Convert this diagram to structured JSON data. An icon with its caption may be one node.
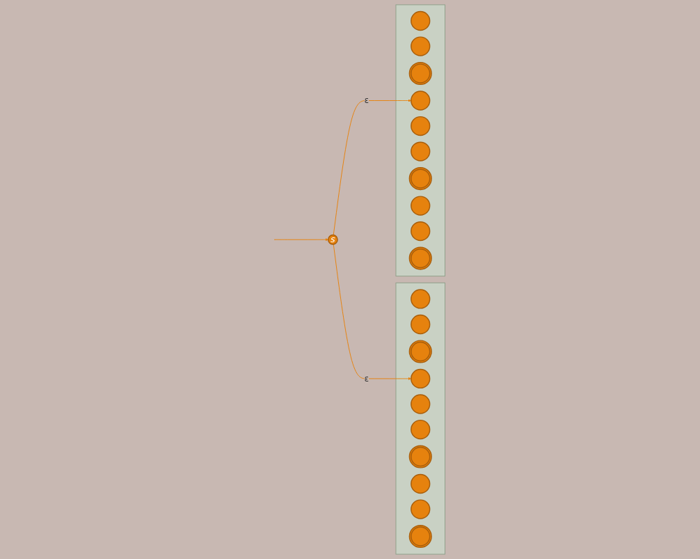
{
  "diagram": {
    "nodes": [
      {
        "text": [
          "s"
        ]
      },
      {
        "text": [],
        "shape": "box"
      },
      {
        "text": [],
        "shape": "circle",
        "in": 1
      },
      {
        "text": [],
        "shape": "circle",
        "in": 1
      },
      {
        "text": [],
        "shape": "doublecircle",
        "in": 1
      },
      {
        "text": [],
        "shape": "circle",
        "in": 1
      },
      {
        "text": [],
        "shape": "circle",
        "in": 1
      },
      {
        "text": [],
        "shape": "circle",
        "in": 1
      },
      {
        "text": [],
        "shape": "doublecircle",
        "in": 1
      },
      {
        "text": [],
        "shape": "circle",
        "in": 1
      },
      {
        "text": [],
        "shape": "circle",
        "in": 1
      },
      {
        "text": [],
        "shape": "doublecircle",
        "in": 1
      },
      {
        "text": [],
        "shape": "box"
      },
      {
        "text": [],
        "shape": "circle",
        "in": 12
      },
      {
        "text": [],
        "shape": "circle",
        "in": 12
      },
      {
        "text": [],
        "shape": "doublecircle",
        "in": 12
      },
      {
        "text": [],
        "shape": "circle",
        "in": 12
      },
      {
        "text": [],
        "shape": "circle",
        "in": 12
      },
      {
        "text": [],
        "shape": "circle",
        "in": 12
      },
      {
        "text": [],
        "shape": "doublecircle",
        "in": 12
      },
      {
        "text": [],
        "shape": "circle",
        "in": 12
      },
      {
        "text": [],
        "shape": "circle",
        "in": 12
      },
      {
        "text": [],
        "shape": "doublecircle",
        "in": 12
      }
    ],
    "edges": [
      {
        "from": null,
        "to": 0,
        "arrow": "to"
      },
      {
        "from": 0,
        "to": 5,
        "label": "ε",
        "arrow": "to"
      },
      {
        "from": 0,
        "to": 16,
        "label": "ε",
        "arrow": "to"
      }
    ]
  }
}
